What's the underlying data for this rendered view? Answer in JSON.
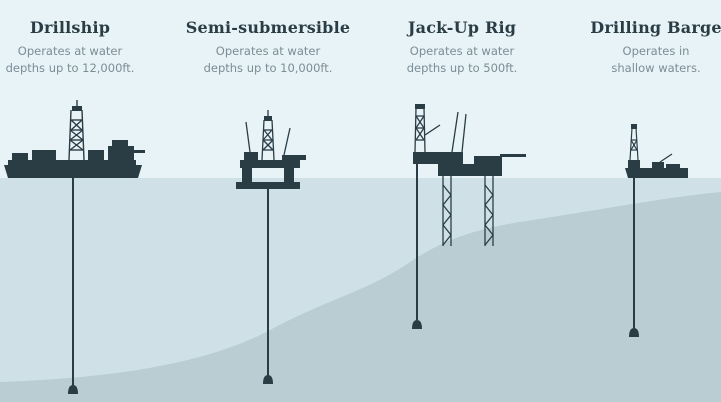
{
  "rigs": [
    {
      "title": "Drillship",
      "desc_line1": "Operates at water",
      "desc_line2": "depths up to 12,000ft."
    },
    {
      "title": "Semi-submersible",
      "desc_line1": "Operates at water",
      "desc_line2": "depths up to 10,000ft."
    },
    {
      "title": "Jack-Up Rig",
      "desc_line1": "Operates at water",
      "desc_line2": "depths up to 500ft."
    },
    {
      "title": "Drilling Barge",
      "desc_line1": "Operates in",
      "desc_line2": "shallow waters."
    }
  ],
  "colors": {
    "sky": "#e8f3f8",
    "water": "#cfe1e7",
    "seabed": "#b9cdd3",
    "silhouette": "#2a3d45",
    "title_text": "#2a3d45",
    "desc_text": "#7c8d95"
  }
}
